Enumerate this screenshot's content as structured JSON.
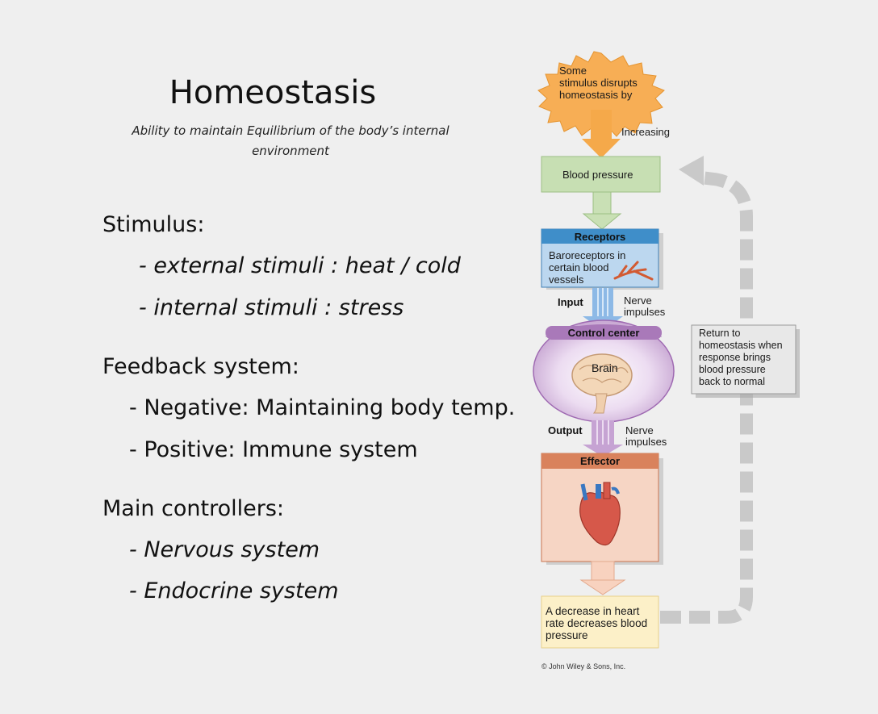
{
  "left": {
    "title": "Homeostasis",
    "subtitle": "Ability to maintain Equilibrium of the body’s internal environment",
    "stimulus": {
      "heading": "Stimulus:",
      "items": [
        "- external stimuli : heat / cold",
        "- internal stimuli : stress"
      ]
    },
    "feedback": {
      "heading": "Feedback system:",
      "items": [
        "- Negative: Maintaining body temp.",
        "- Positive: Immune system"
      ]
    },
    "controllers": {
      "heading": "Main controllers:",
      "items": [
        "- Nervous system",
        "- Endocrine system"
      ]
    }
  },
  "diagram": {
    "stimulus_burst": [
      "Some",
      "stimulus disrupts",
      "homeostasis by"
    ],
    "increasing_label": "Increasing",
    "controlled_condition": "Blood pressure",
    "receptors": {
      "header": "Receptors",
      "body": [
        "Baroreceptors in",
        "certain blood",
        "vessels"
      ]
    },
    "input_label": "Input",
    "input_nerve": [
      "Nerve",
      "impulses"
    ],
    "control_center": {
      "header": "Control center",
      "label": "Brain"
    },
    "output_label": "Output",
    "output_nerve": [
      "Nerve",
      "impulses"
    ],
    "effector": {
      "header": "Effector"
    },
    "response": [
      "A decrease in heart",
      "rate decreases blood",
      "pressure"
    ],
    "return_box": [
      "Return to",
      "homeostasis when",
      "response brings",
      "blood pressure",
      "back to normal"
    ],
    "copyright": "© John Wiley & Sons, Inc."
  },
  "colors": {
    "background": "#efefef",
    "stimulus_orange": "#f5a94a",
    "condition_green": "#c3dcb0",
    "receptor_blue": "#3f8ec9",
    "receptor_body": "#bcd7ef",
    "control_purple": "#a979b9",
    "effector_orange": "#d9825c",
    "effector_body": "#f6d5c4",
    "response_yellow": "#fbefc4",
    "return_gray": "#c8c8c8"
  }
}
